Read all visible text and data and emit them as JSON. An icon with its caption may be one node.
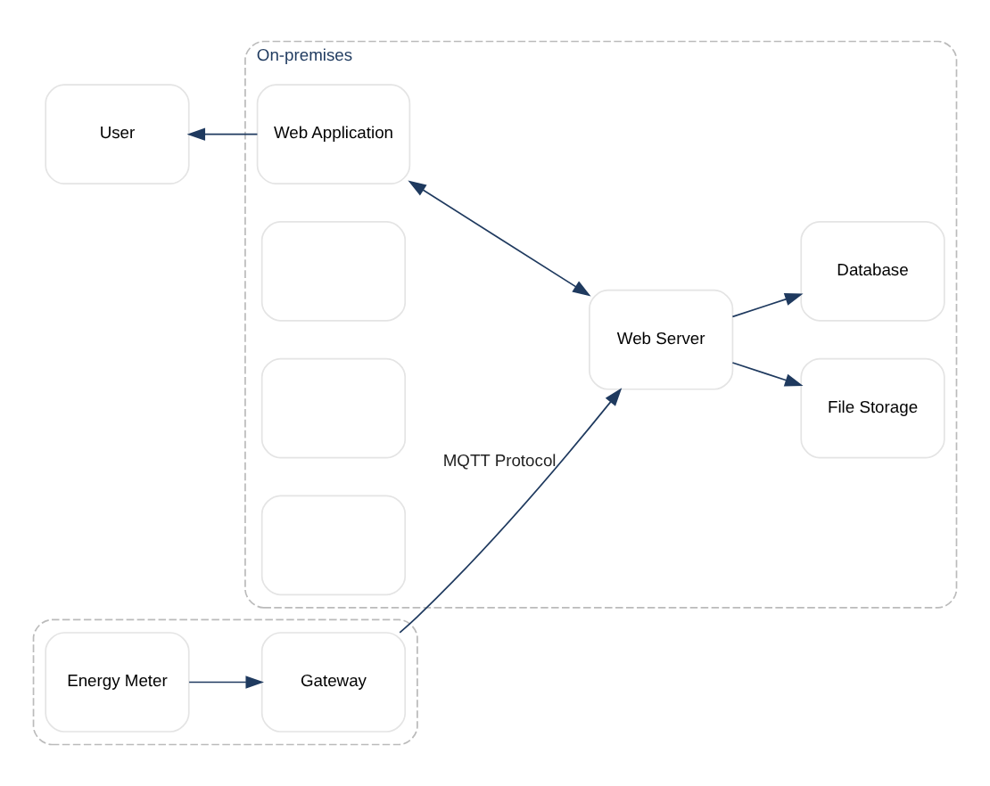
{
  "diagram": {
    "nodes": [
      {
        "text": [],
        "shape": "box"
      },
      {
        "text": [
          "Gateway"
        ],
        "in": 0
      },
      {
        "text": [
          "Energy Meter"
        ],
        "in": 0
      },
      {
        "text": [
          "On-premises"
        ]
      },
      {
        "text": [
          "Web Application"
        ],
        "in": 3
      },
      {
        "text": [
          "Web Server"
        ],
        "in": 3
      },
      {
        "text": [
          "File Storage"
        ],
        "in": 3
      },
      {
        "text": [
          "Database"
        ],
        "in": 3
      },
      {
        "text": [],
        "shape": "box",
        "in": 3
      },
      {
        "text": [],
        "shape": "box",
        "in": 3
      },
      {
        "text": [],
        "shape": "box",
        "in": 3
      },
      {
        "text": [
          "User"
        ]
      }
    ],
    "edges": [
      {
        "from": 2,
        "to": 1,
        "arrow": "to"
      },
      {
        "from": 1,
        "to": 5,
        "arrow": "to",
        "label": "MQTT Protocol"
      },
      {
        "from": 5,
        "to": 6,
        "arrow": "to"
      },
      {
        "from": 5,
        "to": 7,
        "arrow": "to"
      },
      {
        "from": 4,
        "to": 5,
        "arrow": "both"
      },
      {
        "from": 4,
        "to": 11,
        "arrow": "to"
      }
    ]
  }
}
